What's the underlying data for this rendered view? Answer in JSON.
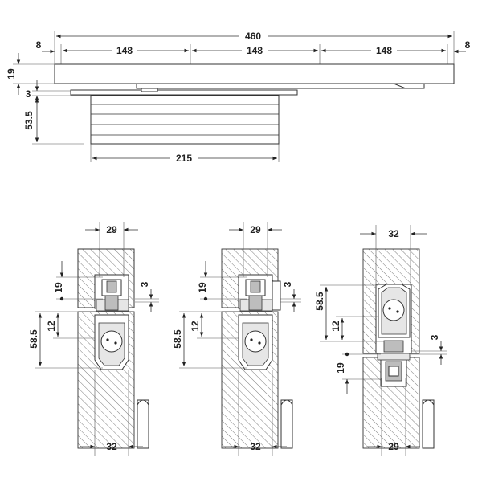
{
  "top_view": {
    "overall_length": "460",
    "end_left": "8",
    "end_right": "8",
    "segment_a": "148",
    "segment_b": "148",
    "segment_c": "148",
    "rail_height": "19",
    "gap": "3",
    "body_height": "53.5",
    "body_length": "215"
  },
  "section_1": {
    "top_width": "29",
    "height_19": "19",
    "gap": "3",
    "height_58_5": "58.5",
    "height_12": "12",
    "bottom_width": "32"
  },
  "section_2": {
    "top_width": "29",
    "height_19": "19",
    "gap": "3",
    "height_58_5": "58.5",
    "height_12": "12",
    "bottom_width": "32"
  },
  "section_3": {
    "top_width": "32",
    "height_58_5": "58.5",
    "height_12": "12",
    "gap": "3",
    "height_19": "19",
    "bottom_width": "29"
  }
}
